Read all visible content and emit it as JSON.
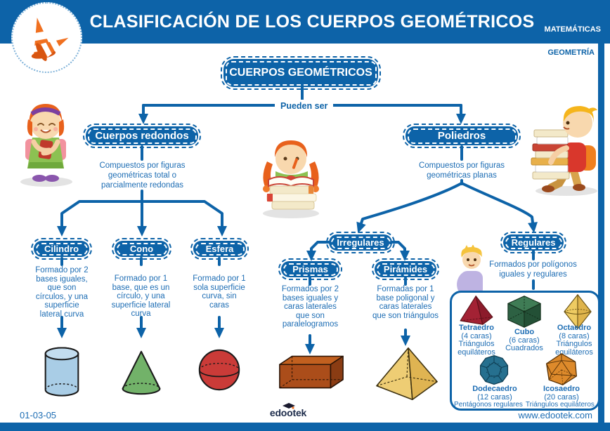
{
  "header": {
    "title": "CLASIFICACIÓN DE LOS CUERPOS GEOMÉTRICOS",
    "subject": "MATEMÁTICAS",
    "topic": "GEOMETRÍA"
  },
  "root": {
    "label": "CUERPOS GEOMÉTRICOS",
    "connector_label": "Pueden ser"
  },
  "branches": {
    "redondos": {
      "label": "Cuerpos redondos",
      "desc_lines": [
        "Compuestos por figuras",
        "geométricas total o",
        "parcialmente redondas"
      ],
      "children": [
        {
          "label": "Cilindro",
          "shape": "cylinder",
          "desc_lines": [
            "Formado por 2",
            "bases iguales,",
            "que son",
            "círculos, y una",
            "superficie",
            "lateral curva"
          ]
        },
        {
          "label": "Cono",
          "shape": "cone",
          "desc_lines": [
            "Formado por 1",
            "base, que es un",
            "círculo, y una",
            "superficie lateral",
            "curva"
          ]
        },
        {
          "label": "Esfera",
          "shape": "sphere",
          "desc_lines": [
            "Formado por 1",
            "sola superficie",
            "curva, sin",
            "caras"
          ]
        }
      ]
    },
    "poliedros": {
      "label": "Poliedros",
      "desc_lines": [
        "Compuestos por figuras",
        "geométricas planas"
      ],
      "irregulares": {
        "label": "Irregulares",
        "children": [
          {
            "label": "Prismas",
            "shape": "prism",
            "desc_lines": [
              "Formados por 2",
              "bases iguales y",
              "caras laterales",
              "que son",
              "paralelogramos"
            ]
          },
          {
            "label": "Pirámides",
            "shape": "pyramid",
            "desc_lines": [
              "Formadas por 1",
              "base poligonal y",
              "caras laterales",
              "que son triángulos"
            ]
          }
        ]
      },
      "regulares": {
        "label": "Regulares",
        "desc_lines": [
          "Formados por polígonos",
          "iguales y regulares"
        ],
        "solids": [
          {
            "name": "Tetraedro",
            "faces": "(4 caras)",
            "polygon_lines": [
              "Triángulos",
              "equiláteros"
            ]
          },
          {
            "name": "Cubo",
            "faces": "(6 caras)",
            "polygon_lines": [
              "Cuadrados"
            ]
          },
          {
            "name": "Octaedro",
            "faces": "(8 caras)",
            "polygon_lines": [
              "Triángulos",
              "equiláteros"
            ]
          },
          {
            "name": "Dodecaedro",
            "faces": "(12 caras)",
            "polygon": "Pentágonos regulares"
          },
          {
            "name": "Icosaedro",
            "faces": "(20 caras)",
            "polygon": "Triángulos equiláteros"
          }
        ]
      }
    }
  },
  "footer": {
    "code": "01-03-05",
    "logo": "edootek",
    "website": "www.edootek.com"
  },
  "decorations": {
    "header_icon": "traffic-cones",
    "characters": [
      "girl-hugging-book",
      "girl-reading-on-book-stack",
      "boy-carrying-books",
      "boy-small"
    ]
  },
  "colors": {
    "primary_blue": "#0d63a8",
    "desc_text": "#1d6db4",
    "cylinder": "#a9cde6",
    "cone": "#72b269",
    "sphere": "#ca3b38",
    "prism": "#ab4d1a",
    "pyramid": "#eecd74",
    "tetraedro": "#a32234",
    "cubo": "#3f7c55",
    "octaedro": "#eecb62",
    "dodecaedro": "#26708f",
    "icosaedro": "#dd8a2b"
  }
}
